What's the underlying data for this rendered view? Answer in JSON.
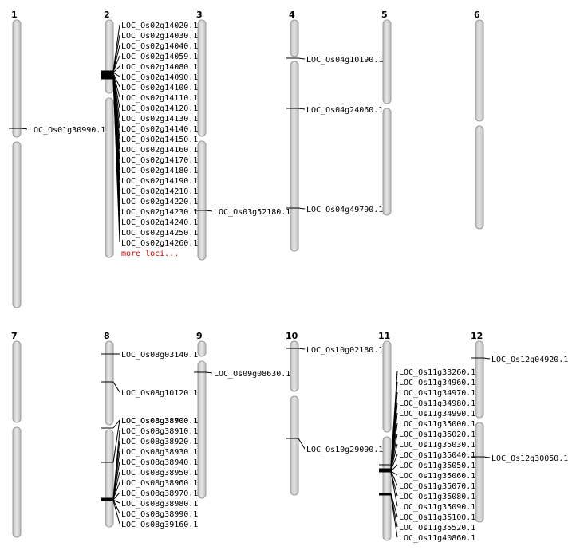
{
  "colors": {
    "chromosome_fill": "#d2d2d2",
    "chromosome_stroke": "#9a9a9a",
    "line": "#000000",
    "more_link": "#d00000"
  },
  "chromosomes": [
    {
      "number": "1",
      "loci": [
        "LOC_Os01g30990.1"
      ]
    },
    {
      "number": "2",
      "loci": [
        "LOC_Os02g14020.1",
        "LOC_Os02g14030.1",
        "LOC_Os02g14040.1",
        "LOC_Os02g14059.1",
        "LOC_Os02g14080.1",
        "LOC_Os02g14090.1",
        "LOC_Os02g14100.1",
        "LOC_Os02g14110.1",
        "LOC_Os02g14120.1",
        "LOC_Os02g14130.1",
        "LOC_Os02g14140.1",
        "LOC_Os02g14150.1",
        "LOC_Os02g14160.1",
        "LOC_Os02g14170.1",
        "LOC_Os02g14180.1",
        "LOC_Os02g14190.1",
        "LOC_Os02g14210.1",
        "LOC_Os02g14220.1",
        "LOC_Os02g14230.1",
        "LOC_Os02g14240.1",
        "LOC_Os02g14250.1",
        "LOC_Os02g14260.1"
      ],
      "more": "more loci..."
    },
    {
      "number": "3",
      "loci": [
        "LOC_Os03g52180.1"
      ]
    },
    {
      "number": "4",
      "loci": [
        "LOC_Os04g10190.1",
        "LOC_Os04g24060.1",
        "LOC_Os04g49790.1"
      ]
    },
    {
      "number": "5",
      "loci": []
    },
    {
      "number": "6",
      "loci": []
    },
    {
      "number": "7",
      "loci": []
    },
    {
      "number": "8",
      "loci": [
        "LOC_Os08g03140.1",
        "LOC_Os08g10120.1",
        "LOC_Os08g38700.1",
        "LOC_Os08g38900.1",
        "LOC_Os08g38910.1",
        "LOC_Os08g38920.1",
        "LOC_Os08g38930.1",
        "LOC_Os08g38940.1",
        "LOC_Os08g38950.1",
        "LOC_Os08g38960.1",
        "LOC_Os08g38970.1",
        "LOC_Os08g38980.1",
        "LOC_Os08g38990.1",
        "LOC_Os08g39160.1"
      ]
    },
    {
      "number": "9",
      "loci": [
        "LOC_Os09g08630.1"
      ]
    },
    {
      "number": "10",
      "loci": [
        "LOC_Os10g02180.1",
        "LOC_Os10g29090.1"
      ]
    },
    {
      "number": "11",
      "loci": [
        "LOC_Os11g33260.1",
        "LOC_Os11g34960.1",
        "LOC_Os11g34970.1",
        "LOC_Os11g34980.1",
        "LOC_Os11g34990.1",
        "LOC_Os11g35000.1",
        "LOC_Os11g35020.1",
        "LOC_Os11g35030.1",
        "LOC_Os11g35040.1",
        "LOC_Os11g35050.1",
        "LOC_Os11g35060.1",
        "LOC_Os11g35070.1",
        "LOC_Os11g35080.1",
        "LOC_Os11g35090.1",
        "LOC_Os11g35100.1",
        "LOC_Os11g35520.1",
        "LOC_Os11g40860.1"
      ]
    },
    {
      "number": "12",
      "loci": [
        "LOC_Os12g04920.1",
        "LOC_Os12g30050.1"
      ]
    }
  ]
}
